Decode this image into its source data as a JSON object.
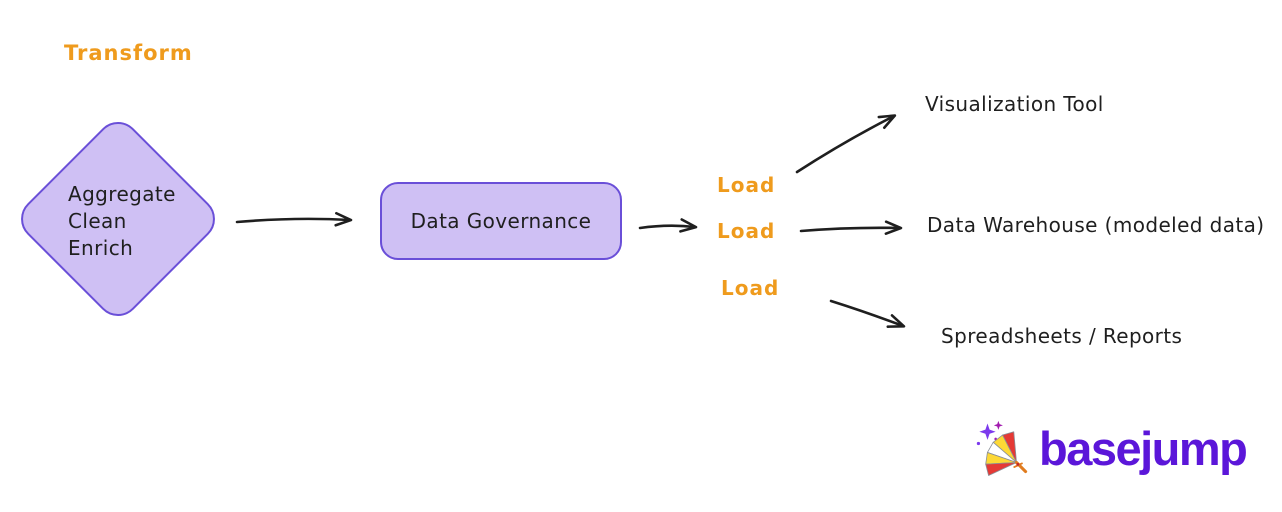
{
  "colors": {
    "ink": "#1f1f1f",
    "orange_accent": "#ef9b1d",
    "purple_stroke": "#6a4fd8",
    "purple_fill": "#cfc0f4",
    "brand_purple": "#5b16d9",
    "background": "#ffffff"
  },
  "stage_labels": {
    "transform": "Transform",
    "loads": [
      "Load",
      "Load",
      "Load"
    ]
  },
  "nodes": {
    "transform_diamond": {
      "lines": [
        "Aggregate",
        "Clean",
        "Enrich"
      ]
    },
    "governance_box": {
      "label": "Data Governance"
    }
  },
  "destinations": {
    "visualization": "Visualization Tool",
    "warehouse": "Data Warehouse (modeled data)",
    "spreadsheets": "Spreadsheets / Reports"
  },
  "logo": {
    "text": "basejump",
    "icon": "fan-with-sparkles-icon"
  }
}
